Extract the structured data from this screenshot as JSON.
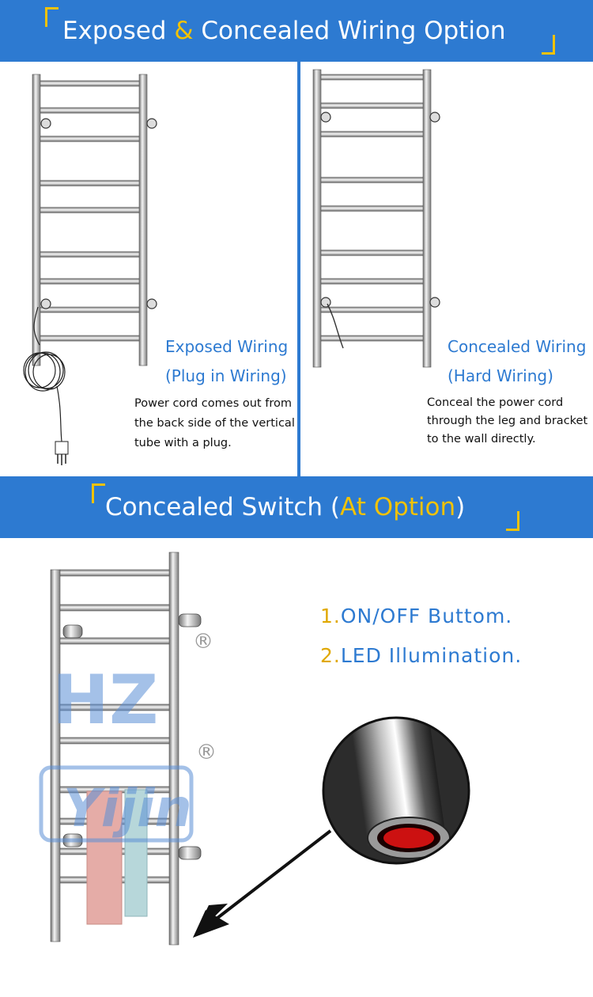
{
  "banner1": {
    "title_part1": "Exposed ",
    "title_amp": "&",
    "title_part2": " Concealed Wiring Option"
  },
  "exposed": {
    "heading_line1": "Exposed Wiring",
    "heading_line2": "(Plug in Wiring)",
    "desc_lines": [
      "Power cord comes out from",
      "the back side of the vertical",
      "tube with a plug."
    ]
  },
  "concealed": {
    "heading_line1": "Concealed Wiring",
    "heading_line2": "(Hard Wiring)",
    "desc_lines": [
      "Conceal the power cord",
      "through the leg and bracket",
      "to the wall directly."
    ]
  },
  "banner2": {
    "title_part1": "Concealed Switch (",
    "title_accent": "At Option",
    "title_part2": ")"
  },
  "features": [
    {
      "num": "1.",
      "text": "ON/OFF Buttom."
    },
    {
      "num": "2.",
      "text": "LED Illumination."
    }
  ],
  "watermark": {
    "registered": "®"
  },
  "colors": {
    "banner": "#2d7ad1",
    "accent": "#f2c200",
    "number": "#e0a800",
    "led": "#cc1111"
  }
}
